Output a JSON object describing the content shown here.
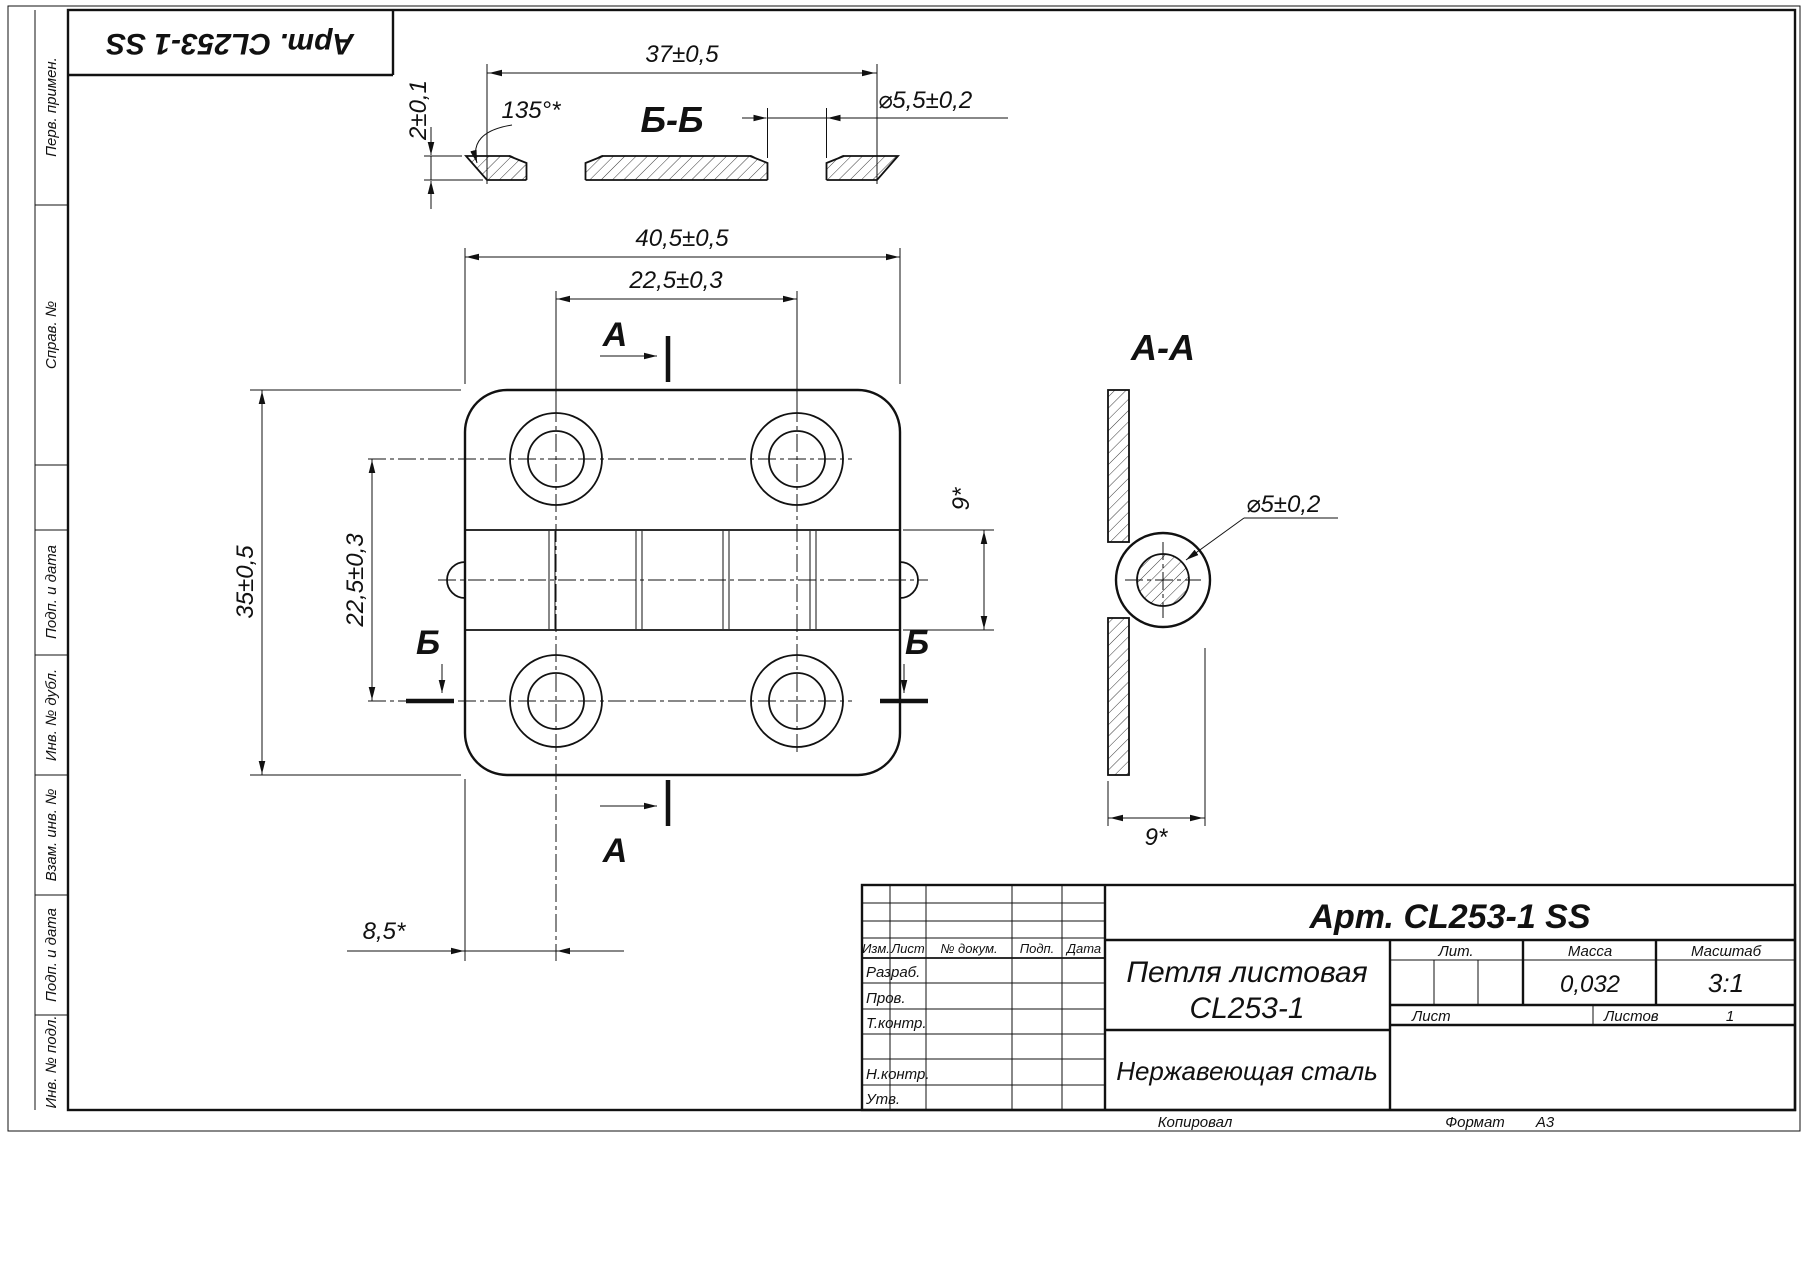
{
  "sheet": {
    "stamp_rotated": "Арт. CL253-1 SS",
    "margin_labels": [
      "Перв. примен.",
      "Справ. №",
      "Подп. и дата",
      "Инв. № дубл.",
      "Взам. инв. №",
      "Подп. и дата",
      "Инв. № подл."
    ],
    "footer": {
      "copied": "Копировал",
      "format_label": "Формат",
      "format_value": "А3"
    }
  },
  "views": {
    "section_bb": {
      "label": "Б-Б",
      "dim_width": "37±0,5",
      "dim_thickness": "2±0,1",
      "dim_angle": "135°*",
      "dim_hole_dia": "⌀5,5±0,2"
    },
    "front": {
      "dim_width": "40,5±0,5",
      "dim_hole_pitch_x": "22,5±0,3",
      "dim_height": "35±0,5",
      "dim_hole_pitch_y": "22,5±0,3",
      "dim_knuckle_width": "9*",
      "dim_hole_offset": "8,5*",
      "cut_label_a": "А",
      "cut_label_b": "Б"
    },
    "section_aa": {
      "label": "А-А",
      "dim_pin_dia": "⌀5±0,2",
      "dim_leaf_width": "9*"
    }
  },
  "title_block": {
    "designation": "Арт. CL253-1 SS",
    "product_name_line1": "Петля листовая",
    "product_name_line2": "CL253-1",
    "material": "Нержавеющая сталь",
    "columns": [
      "Изм.",
      "Лист",
      "№ докум.",
      "Подп.",
      "Дата"
    ],
    "rows": [
      "Разраб.",
      "Пров.",
      "Т.контр.",
      "Н.контр.",
      "Утв."
    ],
    "lit_label": "Лит.",
    "mass_label": "Масса",
    "scale_label": "Масштаб",
    "mass_value": "0,032",
    "scale_value": "3:1",
    "sheet_label": "Лист",
    "sheets_label": "Листов",
    "sheets_value": "1"
  }
}
